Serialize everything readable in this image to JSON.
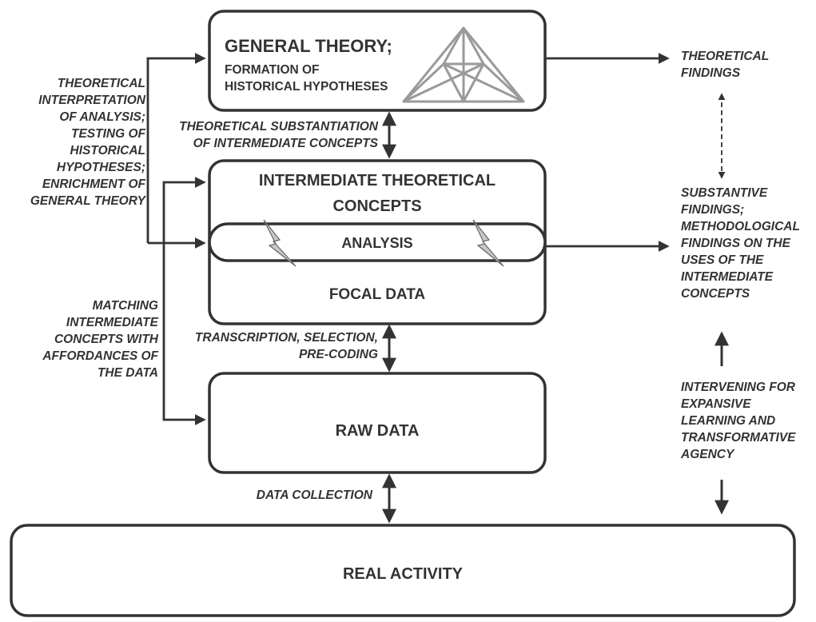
{
  "boxes": {
    "general_theory_title": "GENERAL THEORY;",
    "general_theory_subtitle_1": "FORMATION OF",
    "general_theory_subtitle_2": "HISTORICAL HYPOTHESES",
    "intermediate_1": "INTERMEDIATE THEORETICAL",
    "intermediate_2": "CONCEPTS",
    "analysis": "ANALYSIS",
    "focal_data": "FOCAL DATA",
    "raw_data": "RAW DATA",
    "real_activity": "REAL ACTIVITY"
  },
  "labels": {
    "theoretical_interpretation": [
      "THEORETICAL",
      "INTERPRETATION",
      "OF ANALYSIS;",
      "TESTING OF",
      "HISTORICAL",
      "HYPOTHESES;",
      "ENRICHMENT OF",
      "GENERAL THEORY"
    ],
    "theoretical_substantiation": [
      "THEORETICAL SUBSTANTIATION",
      "OF INTERMEDIATE CONCEPTS"
    ],
    "matching": [
      "MATCHING",
      "INTERMEDIATE",
      "CONCEPTS WITH",
      "AFFORDANCES OF",
      "THE DATA"
    ],
    "transcription": [
      "TRANSCRIPTION, SELECTION,",
      "PRE-CODING"
    ],
    "data_collection": [
      "DATA COLLECTION"
    ],
    "theoretical_findings": [
      "THEORETICAL",
      "FINDINGS"
    ],
    "substantive_findings": [
      "SUBSTANTIVE",
      "FINDINGS;",
      "METHODOLOGICAL",
      "FINDINGS ON THE",
      "USES OF THE",
      "INTERMEDIATE",
      "CONCEPTS"
    ],
    "intervening": [
      "INTERVENING FOR",
      "EXPANSIVE",
      "LEARNING AND",
      "TRANSFORMATIVE",
      "AGENCY"
    ]
  },
  "colors": {
    "stroke": "#333333",
    "triangle": "#9a9a9a",
    "bolt": "#c8c8c8"
  }
}
